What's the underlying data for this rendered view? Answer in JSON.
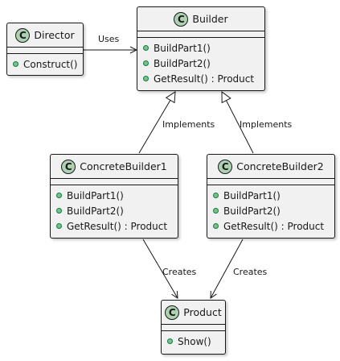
{
  "diagram": {
    "classes": [
      {
        "id": "director",
        "badge": "C",
        "name": "Director",
        "methods": [
          "Construct()"
        ]
      },
      {
        "id": "builder",
        "badge": "C",
        "name": "Builder",
        "methods": [
          "BuildPart1()",
          "BuildPart2()",
          "GetResult() : Product"
        ]
      },
      {
        "id": "concretebuilder1",
        "badge": "C",
        "name": "ConcreteBuilder1",
        "methods": [
          "BuildPart1()",
          "BuildPart2()",
          "GetResult() : Product"
        ]
      },
      {
        "id": "concretebuilder2",
        "badge": "C",
        "name": "ConcreteBuilder2",
        "methods": [
          "BuildPart1()",
          "BuildPart2()",
          "GetResult() : Product"
        ]
      },
      {
        "id": "product",
        "badge": "C",
        "name": "Product",
        "methods": [
          "Show()"
        ]
      }
    ],
    "relations": [
      {
        "from": "Director",
        "to": "Builder",
        "label": "Uses",
        "kind": "association"
      },
      {
        "from": "ConcreteBuilder1",
        "to": "Builder",
        "label": "Implements",
        "kind": "realization"
      },
      {
        "from": "ConcreteBuilder2",
        "to": "Builder",
        "label": "Implements",
        "kind": "realization"
      },
      {
        "from": "ConcreteBuilder1",
        "to": "Product",
        "label": "Creates",
        "kind": "association"
      },
      {
        "from": "ConcreteBuilder2",
        "to": "Product",
        "label": "Creates",
        "kind": "association"
      }
    ],
    "colors": {
      "box_fill": "#f1f1f1",
      "border": "#181818",
      "class_badge": "#add1b2",
      "method_dot": "#84be84"
    }
  }
}
